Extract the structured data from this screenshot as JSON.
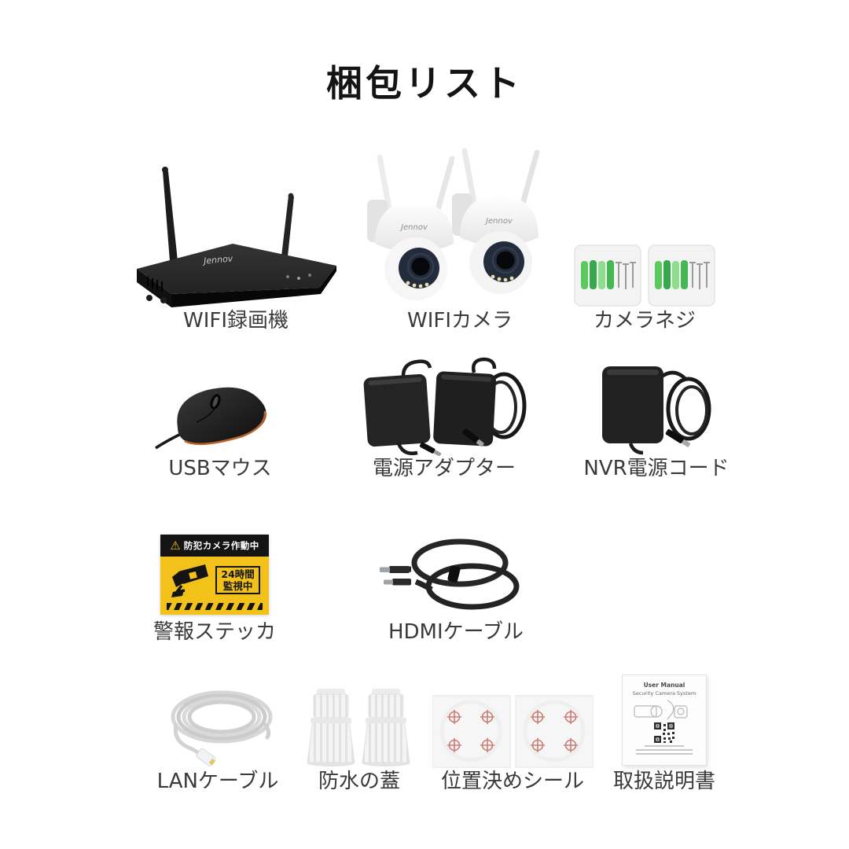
{
  "page": {
    "title": "梱包リスト"
  },
  "brand": "Jennov",
  "items": [
    {
      "id": "wifi-recorder",
      "label": "WIFI録画機",
      "count": 1
    },
    {
      "id": "wifi-camera",
      "label": "WIFIカメラ",
      "count": 2
    },
    {
      "id": "camera-screws",
      "label": "カメラネジ",
      "count": 2
    },
    {
      "id": "usb-mouse",
      "label": "USBマウス",
      "count": 1
    },
    {
      "id": "power-adapter",
      "label": "電源アダプター",
      "count": 2
    },
    {
      "id": "nvr-power-cord",
      "label": "NVR電源コード",
      "count": 1
    },
    {
      "id": "warning-sticker",
      "label": "警報ステッカ",
      "count": 1
    },
    {
      "id": "hdmi-cable",
      "label": "HDMIケーブル",
      "count": 1
    },
    {
      "id": "lan-cable",
      "label": "LANケーブル",
      "count": 1
    },
    {
      "id": "waterproof-cap",
      "label": "防水の蓋",
      "count": 2
    },
    {
      "id": "positioning-seal",
      "label": "位置決めシール",
      "count": 2
    },
    {
      "id": "user-manual",
      "label": "取扱説明書",
      "count": 1
    }
  ],
  "sticker": {
    "header": "防犯カメラ作動中",
    "line1": "24時間",
    "line2": "監視中"
  },
  "manual": {
    "title": "User Manual",
    "subtitle": "Security Camera System"
  },
  "colors": {
    "sticker_yellow": "#f2c21a",
    "sticker_black": "#141414",
    "anchor_green": "#4bb954",
    "target_red": "#cd7c74",
    "mouse_trim_orange": "#b86328",
    "label_text": "#3a3a3a"
  }
}
